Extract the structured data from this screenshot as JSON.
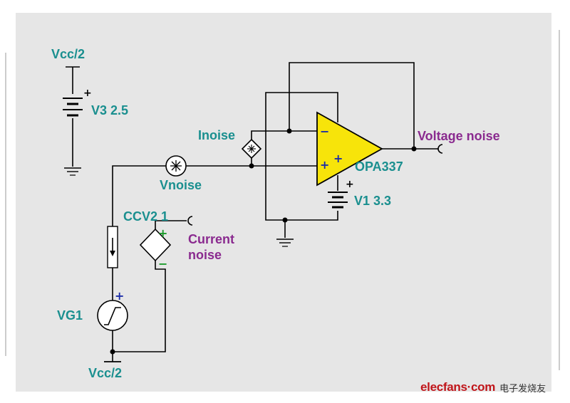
{
  "labels": {
    "vcc_top": "Vcc/2",
    "v3": "V3 2.5",
    "inoise": "Inoise",
    "vnoise": "Vnoise",
    "voltage_noise": "Voltage noise",
    "opamp": "OPA337",
    "v1": "V1 3.3",
    "ccv": "CCV2 1",
    "current_noise_1": "Current",
    "current_noise_2": "noise",
    "vg1": "VG1",
    "vcc_bottom": "Vcc/2"
  },
  "pins": {
    "plus": "+",
    "minus": "−"
  },
  "watermark": {
    "brand": "elecfans·com",
    "cn": "电子发烧友"
  },
  "colors": {
    "background": "#e6e6e6",
    "opamp_fill": "#f7e40a",
    "label_teal": "#1a8f8f",
    "label_purple": "#8a2a8f"
  }
}
